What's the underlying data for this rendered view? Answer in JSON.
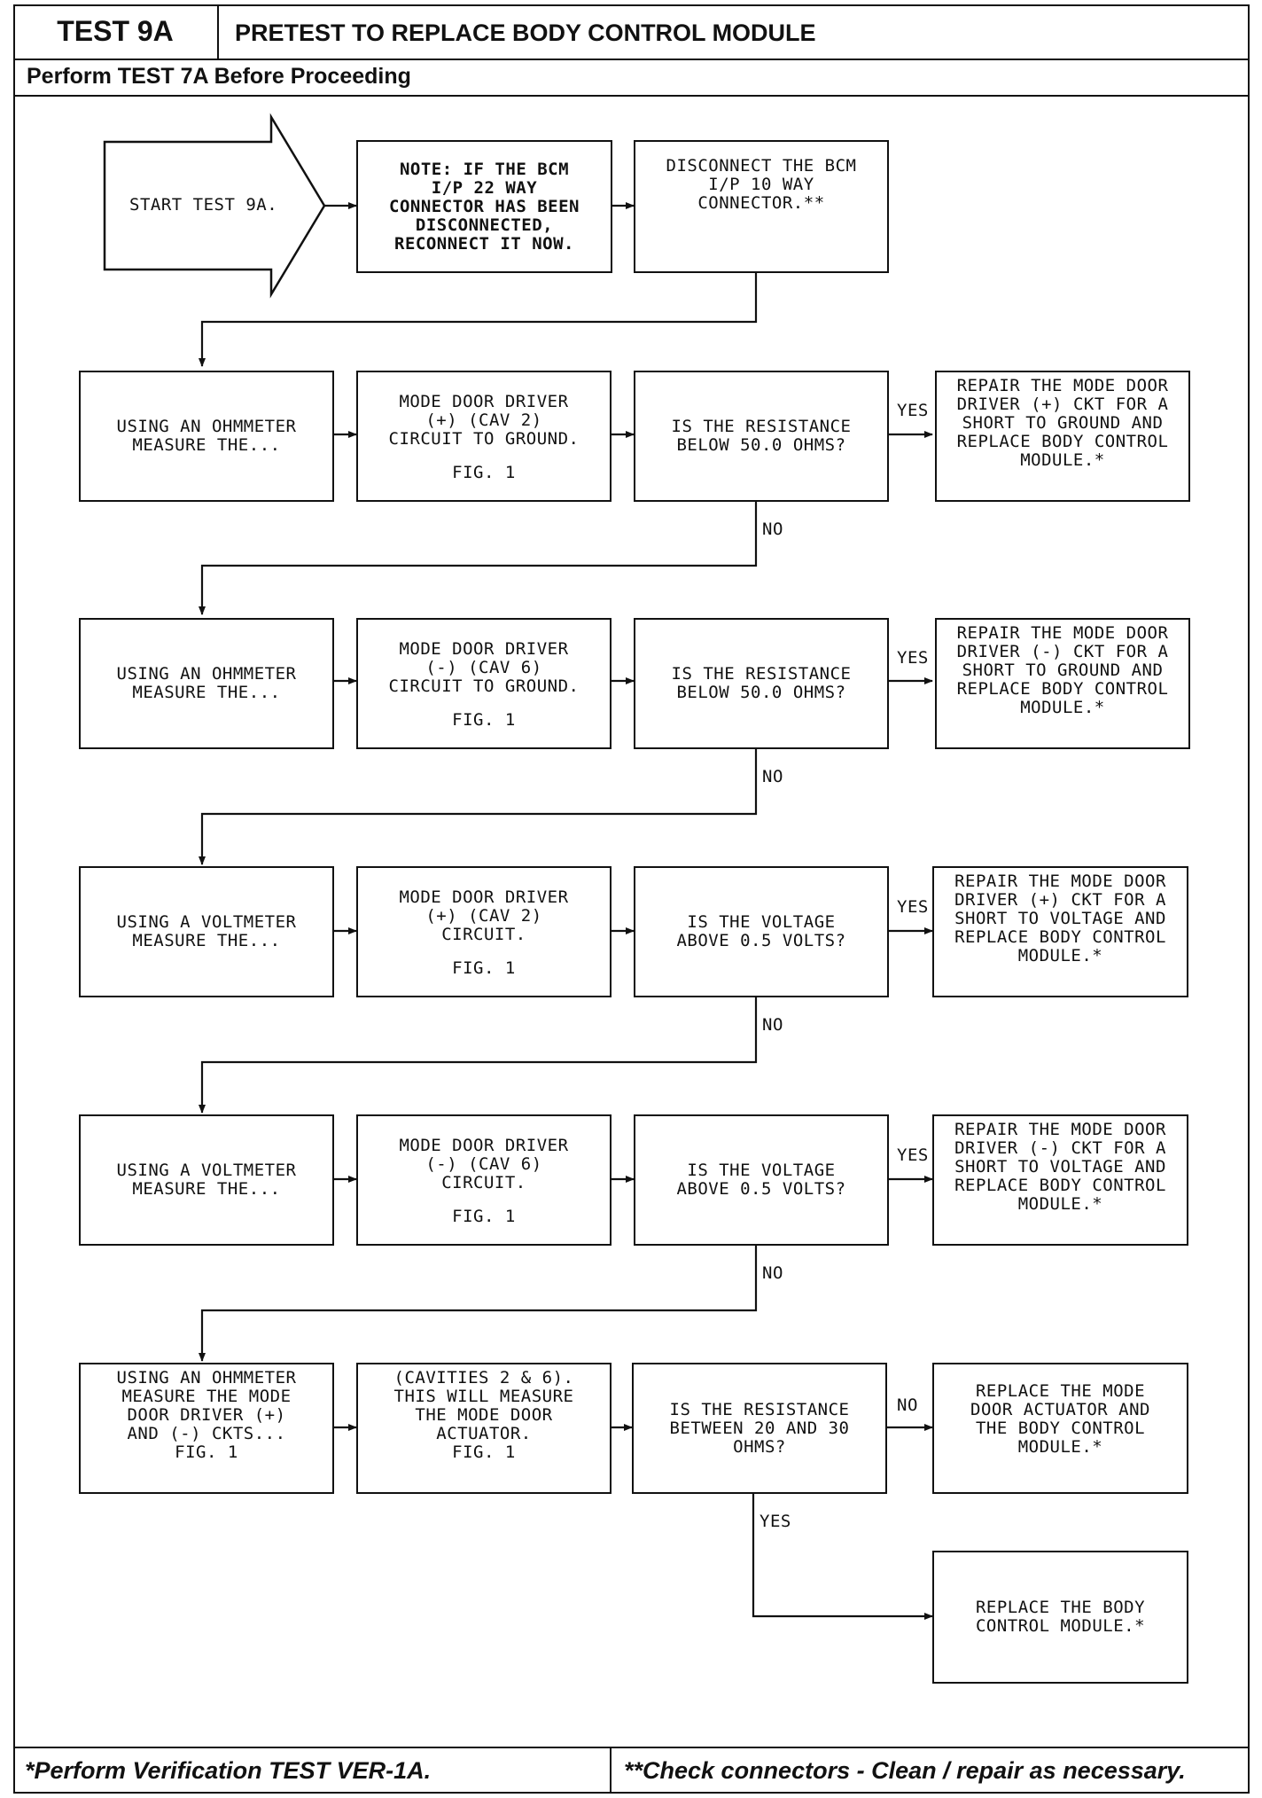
{
  "header": {
    "tag": "TEST 9A",
    "title": "PRETEST TO REPLACE BODY CONTROL MODULE",
    "subtitle": "Perform TEST 7A Before Proceeding"
  },
  "footer": {
    "left": "*Perform Verification TEST VER-1A.",
    "right": "**Check connectors - Clean / repair as necessary."
  },
  "flow": {
    "start": "START TEST 9A.",
    "note": "NOTE: IF THE BCM\nI/P 22 WAY\nCONNECTOR HAS BEEN\nDISCONNECTED,\nRECONNECT IT NOW.",
    "disconnect": "DISCONNECT THE BCM\nI/P 10 WAY\nCONNECTOR.**",
    "rows": [
      {
        "measure": "USING AN OHMMETER\nMEASURE THE...",
        "circuit": "MODE DOOR DRIVER\n(+) (CAV 2)\nCIRCUIT TO GROUND.",
        "fig": "FIG. 1",
        "question": "IS THE RESISTANCE\nBELOW 50.0 OHMS?",
        "yes_label": "YES",
        "result": "REPAIR THE MODE DOOR\nDRIVER (+) CKT FOR A\nSHORT TO GROUND AND\nREPLACE BODY CONTROL\nMODULE.*",
        "no_label": "NO"
      },
      {
        "measure": "USING AN OHMMETER\nMEASURE THE...",
        "circuit": "MODE DOOR DRIVER\n(-) (CAV 6)\nCIRCUIT TO GROUND.",
        "fig": "FIG. 1",
        "question": "IS THE RESISTANCE\nBELOW 50.0 OHMS?",
        "yes_label": "YES",
        "result": "REPAIR THE MODE DOOR\nDRIVER (-) CKT FOR A\nSHORT TO GROUND AND\nREPLACE BODY CONTROL\nMODULE.*",
        "no_label": "NO"
      },
      {
        "measure": "USING A VOLTMETER\nMEASURE THE...",
        "circuit": "MODE DOOR DRIVER\n(+) (CAV 2)\nCIRCUIT.",
        "fig": "FIG. 1",
        "question": "IS THE VOLTAGE\nABOVE 0.5 VOLTS?",
        "yes_label": "YES",
        "result": "REPAIR THE MODE DOOR\nDRIVER (+) CKT FOR A\nSHORT TO VOLTAGE AND\nREPLACE BODY CONTROL\nMODULE.*",
        "no_label": "NO"
      },
      {
        "measure": "USING A VOLTMETER\nMEASURE THE...",
        "circuit": "MODE DOOR DRIVER\n(-) (CAV 6)\nCIRCUIT.",
        "fig": "FIG. 1",
        "question": "IS THE VOLTAGE\nABOVE 0.5 VOLTS?",
        "yes_label": "YES",
        "result": "REPAIR THE MODE DOOR\nDRIVER (-) CKT FOR A\nSHORT TO VOLTAGE AND\nREPLACE BODY CONTROL\nMODULE.*",
        "no_label": "NO"
      },
      {
        "measure": "USING AN OHMMETER\nMEASURE THE MODE\nDOOR DRIVER (+)\nAND (-) CKTS...\nFIG. 1",
        "circuit": "(CAVITIES 2 & 6).\nTHIS WILL MEASURE\nTHE MODE DOOR\nACTUATOR.\nFIG. 1",
        "question": "IS THE RESISTANCE\nBETWEEN 20 AND 30\nOHMS?",
        "no_label": "NO",
        "result": "REPLACE THE MODE\nDOOR ACTUATOR AND\nTHE BODY CONTROL\nMODULE.*",
        "yes_label": "YES"
      }
    ],
    "final": "REPLACE THE BODY\nCONTROL MODULE.*"
  }
}
